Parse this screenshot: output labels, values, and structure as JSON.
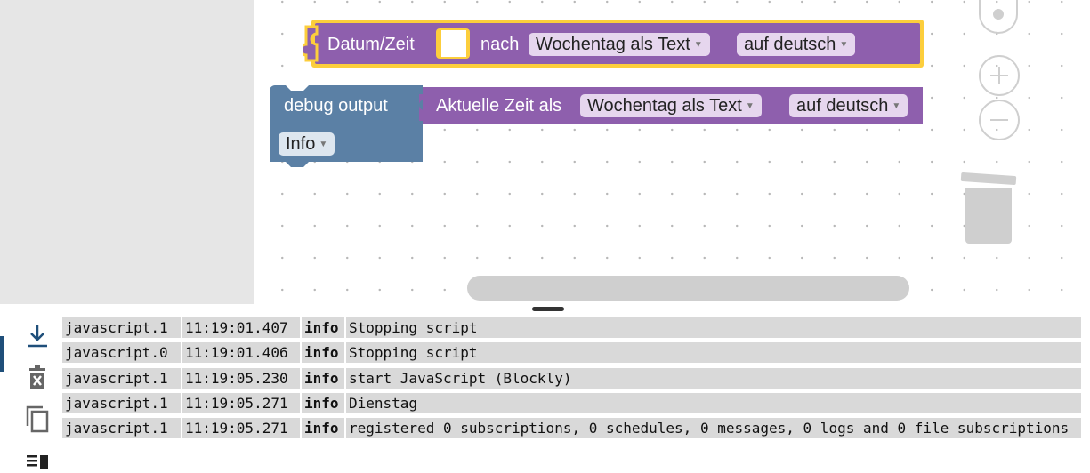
{
  "workspace": {
    "block_date": {
      "label": "Datum/Zeit",
      "conj": "nach",
      "format_dropdown": "Wochentag als Text",
      "lang_dropdown": "auf deutsch"
    },
    "block_debug": {
      "label": "debug output",
      "level_dropdown": "Info"
    },
    "block_now": {
      "label": "Aktuelle Zeit als",
      "format_dropdown": "Wochentag als Text",
      "lang_dropdown": "auf deutsch"
    },
    "colors": {
      "purple": "#8e5fad",
      "debug_blue": "#5b80a5",
      "highlight": "#fcce3c"
    }
  },
  "log": {
    "rows": [
      {
        "source": "javascript.1",
        "time": "11:19:01.407",
        "severity": "info",
        "message": "Stopping script"
      },
      {
        "source": "javascript.0",
        "time": "11:19:01.406",
        "severity": "info",
        "message": "Stopping script"
      },
      {
        "source": "javascript.1",
        "time": "11:19:05.230",
        "severity": "info",
        "message": "start JavaScript (Blockly)"
      },
      {
        "source": "javascript.1",
        "time": "11:19:05.271",
        "severity": "info",
        "message": "Dienstag"
      },
      {
        "source": "javascript.1",
        "time": "11:19:05.271",
        "severity": "info",
        "message": "registered 0 subscriptions, 0 schedules, 0 messages, 0 logs and 0 file subscriptions"
      }
    ]
  },
  "icons": {
    "toolbar": [
      "scroll-to-bottom-icon",
      "clear-log-icon",
      "copy-log-icon",
      "toggle-columns-icon"
    ],
    "workspace": [
      "recenter-icon",
      "zoom-in-icon",
      "zoom-out-icon",
      "trash-icon"
    ]
  }
}
